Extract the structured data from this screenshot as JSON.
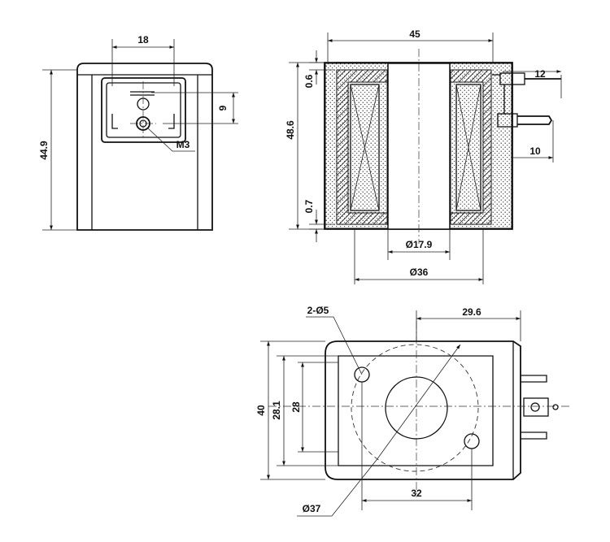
{
  "front_view": {
    "width_label": "18",
    "height_label": "44.9",
    "pin_spacing_label": "9",
    "thread_label": "M3"
  },
  "section_view": {
    "width_label": "45",
    "height_label": "48.6",
    "top_wall_label": "0.6",
    "bottom_wall_label": "0.7",
    "terminal_top_label": "12",
    "terminal_bottom_label": "10",
    "bore_label": "Ø17.9",
    "outer_label": "Ø36"
  },
  "bottom_view": {
    "holes_label": "2-Ø5",
    "offset_label": "29.6",
    "height_label": "40",
    "inner_height_label": "28.1",
    "window_label": "28",
    "hole_spacing_label": "32",
    "circle_label": "Ø37"
  }
}
